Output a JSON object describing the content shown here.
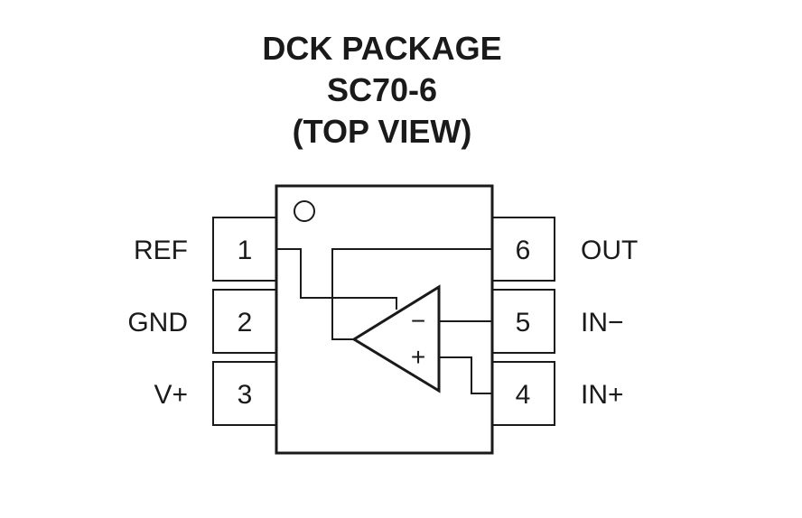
{
  "title": {
    "line1": "DCK PACKAGE",
    "line2": "SC70-6",
    "line3": "(TOP VIEW)"
  },
  "pins": {
    "p1": {
      "number": "1",
      "name": "REF"
    },
    "p2": {
      "number": "2",
      "name": "GND"
    },
    "p3": {
      "number": "3",
      "name": "V+"
    },
    "p4": {
      "number": "4",
      "name": "IN+"
    },
    "p5": {
      "number": "5",
      "name": "IN−"
    },
    "p6": {
      "number": "6",
      "name": "OUT"
    }
  },
  "opamp": {
    "minus": "−",
    "plus": "+"
  }
}
